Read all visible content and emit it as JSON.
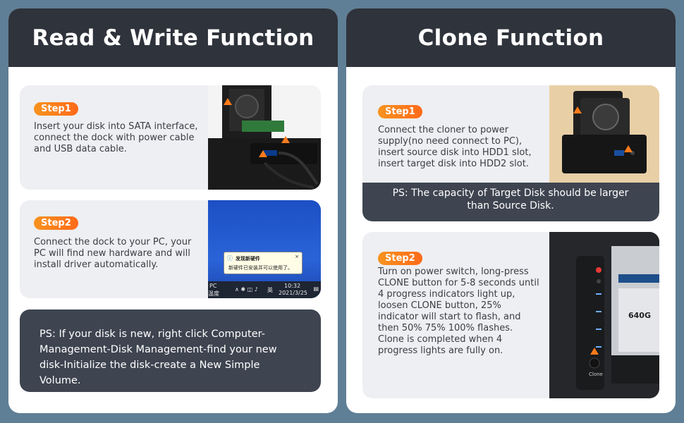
{
  "left": {
    "title": "Read & Write Function",
    "step1": {
      "badge": "Step1",
      "text": "Insert your disk into SATA interface, connect the dock with power cable and USB data cable."
    },
    "step2": {
      "badge": "Step2",
      "text": "Connect the dock to your PC, your PC will find new hardware and will install driver automatically.",
      "popup_title": "发现新硬件",
      "popup_body": "新硬件已安装并可以使用了。",
      "taskbar_time": "10:32",
      "taskbar_date": "2021/3/25",
      "taskbar_lang": "英",
      "taskbar_pc": "PC",
      "taskbar_misc": "温度"
    },
    "ps": "PS: If your disk is new, right click Computer-Management-Disk Management-find your new disk-Initialize the disk-create a New Simple Volume."
  },
  "right": {
    "title": "Clone Function",
    "step1": {
      "badge": "Step1",
      "text": "Connect the cloner to power supply(no need connect to PC), insert source disk into HDD1 slot, insert target disk into HDD2 slot.",
      "ps": "PS: The capacity of Target Disk should be larger than Source Disk."
    },
    "step2": {
      "badge": "Step2",
      "text": "Turn on power switch, long-press CLONE button for 5-8 seconds until 4 progress indicators light up, loosen CLONE button, 25% indicator will start to flash, and then 50% 75% 100% flashes. Clone is completed when 4 progress lights are fully on.",
      "disk_label": "640G",
      "clone_label": "Clone"
    }
  },
  "colors": {
    "background": "#5f7f96",
    "header": "#2f333b",
    "card": "#eeeff2",
    "dark_box": "#3e4450",
    "badge": "#f7931e"
  }
}
